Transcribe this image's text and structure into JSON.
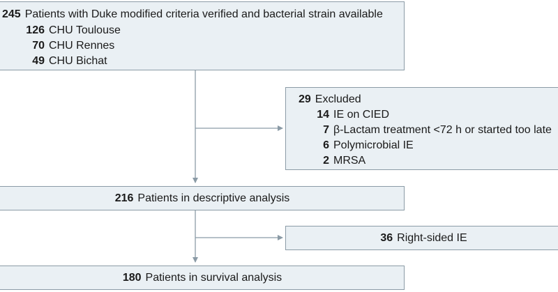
{
  "top_box": {
    "count": "245",
    "text": "Patients with Duke modified criteria verified and bacterial strain available",
    "items": [
      {
        "count": "126",
        "text": "CHU Toulouse"
      },
      {
        "count": "70",
        "text": "CHU Rennes"
      },
      {
        "count": "49",
        "text": "CHU Bichat"
      }
    ]
  },
  "excluded_box": {
    "count": "29",
    "text": "Excluded",
    "items": [
      {
        "count": "14",
        "text": "IE on CIED"
      },
      {
        "count": "7",
        "text": "β-Lactam treatment <72 h or started too late"
      },
      {
        "count": "6",
        "text": "Polymicrobial IE"
      },
      {
        "count": "2",
        "text": "MRSA"
      }
    ]
  },
  "descriptive_box": {
    "count": "216",
    "text": "Patients in descriptive analysis"
  },
  "right_sided_box": {
    "count": "36",
    "text": "Right-sided IE"
  },
  "survival_box": {
    "count": "180",
    "text": "Patients in survival analysis"
  },
  "colors": {
    "box_fill": "#eaf0f4",
    "box_border": "#8b9ba6",
    "arrow": "#8b9ba6"
  }
}
